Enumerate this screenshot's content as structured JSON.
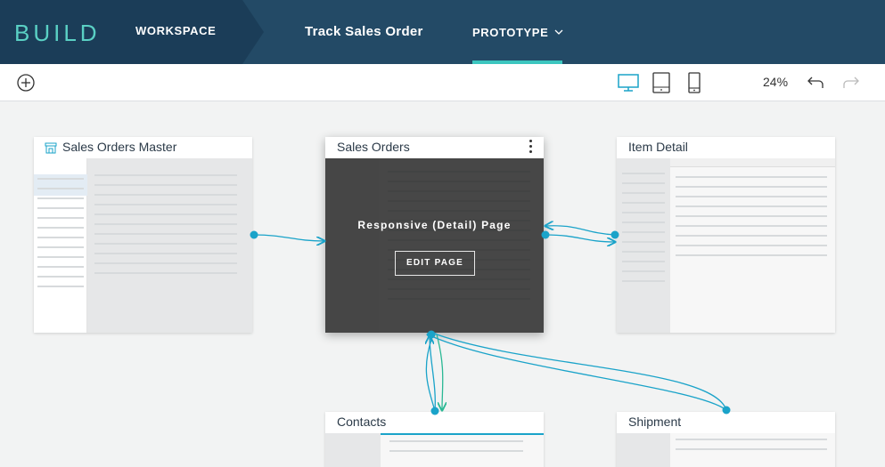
{
  "header": {
    "brand": "BUILD",
    "workspace_label": "WORKSPACE",
    "project_title": "Track Sales Order",
    "mode_label": "PROTOTYPE"
  },
  "toolbar": {
    "add_icon": "plus-circle-icon",
    "devices": [
      "desktop-icon",
      "tablet-icon",
      "phone-icon"
    ],
    "zoom": "24%",
    "undo_icon": "undo-icon",
    "redo_icon": "redo-icon"
  },
  "colors": {
    "header_bg": "#234a66",
    "brand": "#5ad0c4",
    "accent": "#3cc6bf",
    "connector": "#1aa3c9"
  },
  "pages": [
    {
      "title": "Sales Orders Master"
    },
    {
      "title": "Sales Orders",
      "overlay_label": "Responsive (Detail) Page",
      "edit_label": "EDIT PAGE"
    },
    {
      "title": "Item Detail"
    },
    {
      "title": "Contacts"
    },
    {
      "title": "Shipment"
    }
  ]
}
